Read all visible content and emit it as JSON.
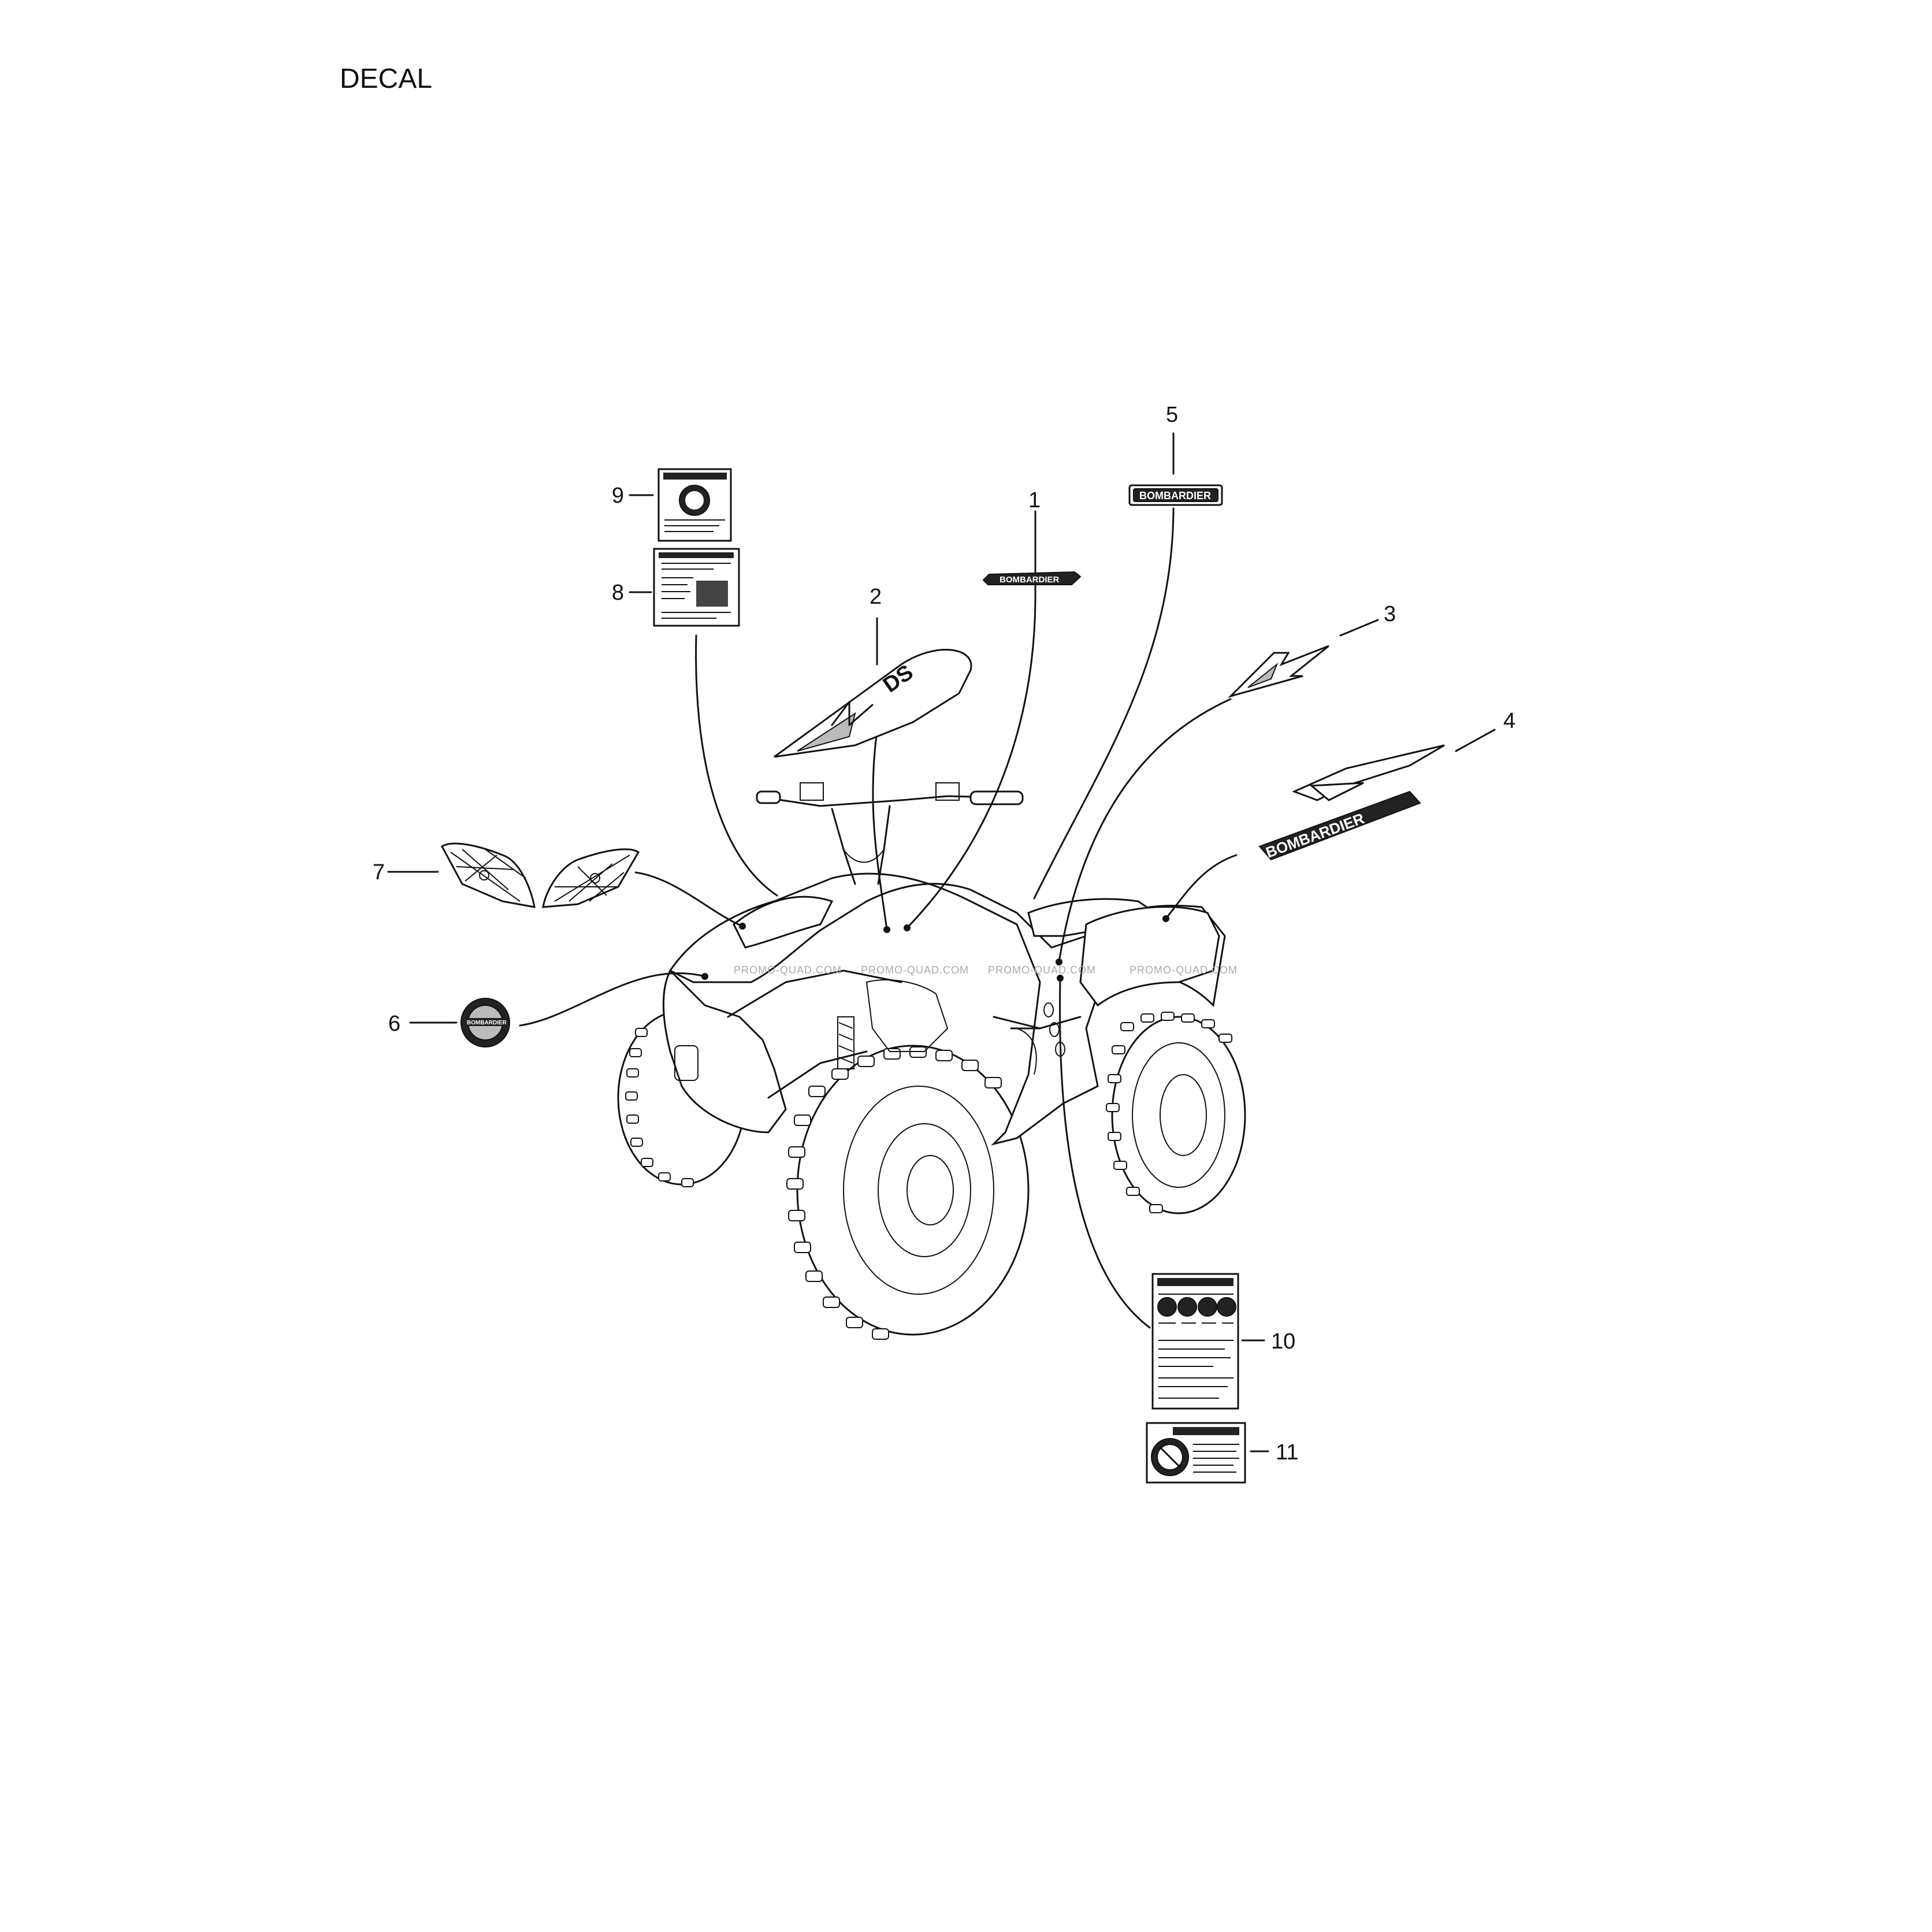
{
  "title": "DECAL",
  "watermark": "PROMO-QUAD.COM",
  "callouts": [
    {
      "number": "1",
      "part": "decal-1"
    },
    {
      "number": "2",
      "part": "decal-2"
    },
    {
      "number": "3",
      "part": "decal-3"
    },
    {
      "number": "4",
      "part": "decal-4"
    },
    {
      "number": "5",
      "part": "decal-5"
    },
    {
      "number": "6",
      "part": "decal-6"
    },
    {
      "number": "7",
      "part": "decal-7"
    },
    {
      "number": "8",
      "part": "decal-8"
    },
    {
      "number": "9",
      "part": "decal-9"
    },
    {
      "number": "10",
      "part": "decal-10"
    },
    {
      "number": "11",
      "part": "decal-11"
    }
  ],
  "decal_text": {
    "bombardier": "BOMBARDIER",
    "model": "DS"
  }
}
